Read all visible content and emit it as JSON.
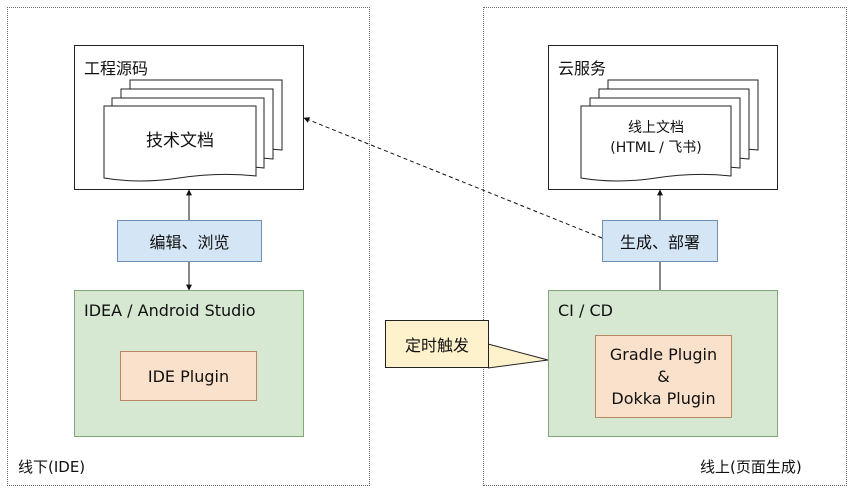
{
  "regions": {
    "offline": {
      "label": "线下(IDE)"
    },
    "online": {
      "label": "线上(页面生成)"
    }
  },
  "nodes": {
    "source": {
      "title": "工程源码",
      "doc_label": "技术文档"
    },
    "cloud": {
      "title": "云服务",
      "doc_line1": "线上文档",
      "doc_line2": "(HTML / 飞书)"
    },
    "edit": {
      "label": "编辑、浏览"
    },
    "deploy": {
      "label": "生成、部署"
    },
    "ide": {
      "title": "IDEA / Android Studio",
      "plugin": "IDE Plugin"
    },
    "ci": {
      "title": "CI / CD",
      "plugin_line1": "Gradle Plugin",
      "plugin_line2": "&",
      "plugin_line3": "Dokka Plugin"
    },
    "trigger": {
      "label": "定时触发"
    }
  },
  "colors": {
    "blue_fill": "#d4e5f5",
    "green_fill": "#d6e8d2",
    "orange_fill": "#fae1cb",
    "yellow_fill": "#fef2cc"
  }
}
